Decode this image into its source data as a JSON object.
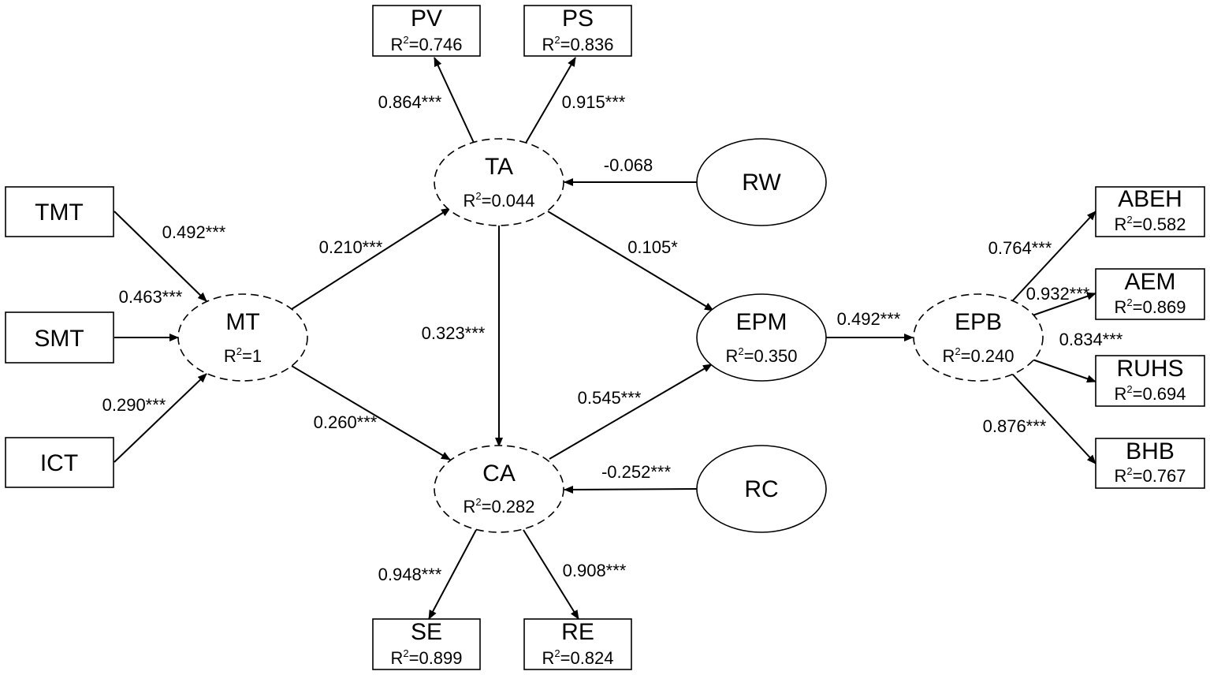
{
  "nodes": {
    "pv": {
      "name": "PV",
      "r2": "0.746"
    },
    "ps": {
      "name": "PS",
      "r2": "0.836"
    },
    "ta": {
      "name": "TA",
      "r2": "0.044"
    },
    "rw": {
      "name": "RW"
    },
    "tmt": {
      "name": "TMT"
    },
    "smt": {
      "name": "SMT"
    },
    "ict": {
      "name": "ICT"
    },
    "mt": {
      "name": "MT",
      "r2": "1"
    },
    "epm": {
      "name": "EPM",
      "r2": "0.350"
    },
    "epb": {
      "name": "EPB",
      "r2": "0.240"
    },
    "ca": {
      "name": "CA",
      "r2": "0.282"
    },
    "rc": {
      "name": "RC"
    },
    "se": {
      "name": "SE",
      "r2": "0.899"
    },
    "re": {
      "name": "RE",
      "r2": "0.824"
    },
    "abeh": {
      "name": "ABEH",
      "r2": "0.582"
    },
    "aem": {
      "name": "AEM",
      "r2": "0.869"
    },
    "ruhs": {
      "name": "RUHS",
      "r2": "0.694"
    },
    "bhb": {
      "name": "BHB",
      "r2": "0.767"
    }
  },
  "r2_prefix": "R",
  "r2_sup": "2",
  "paths": {
    "ta_pv": "0.864***",
    "ta_ps": "0.915***",
    "rw_ta": "-0.068",
    "tmt_mt": "0.492***",
    "smt_mt": "0.463***",
    "ict_mt": "0.290***",
    "mt_ta": "0.210***",
    "mt_ca": "0.260***",
    "ta_ca": "0.323***",
    "ta_epm": "0.105*",
    "ca_epm": "0.545***",
    "rc_ca": "-0.252***",
    "epm_epb": "0.492***",
    "epb_abeh": "0.764***",
    "epb_aem": "0.932***",
    "epb_ruhs": "0.834***",
    "epb_bhb": "0.876***",
    "ca_se": "0.948***",
    "ca_re": "0.908***"
  }
}
